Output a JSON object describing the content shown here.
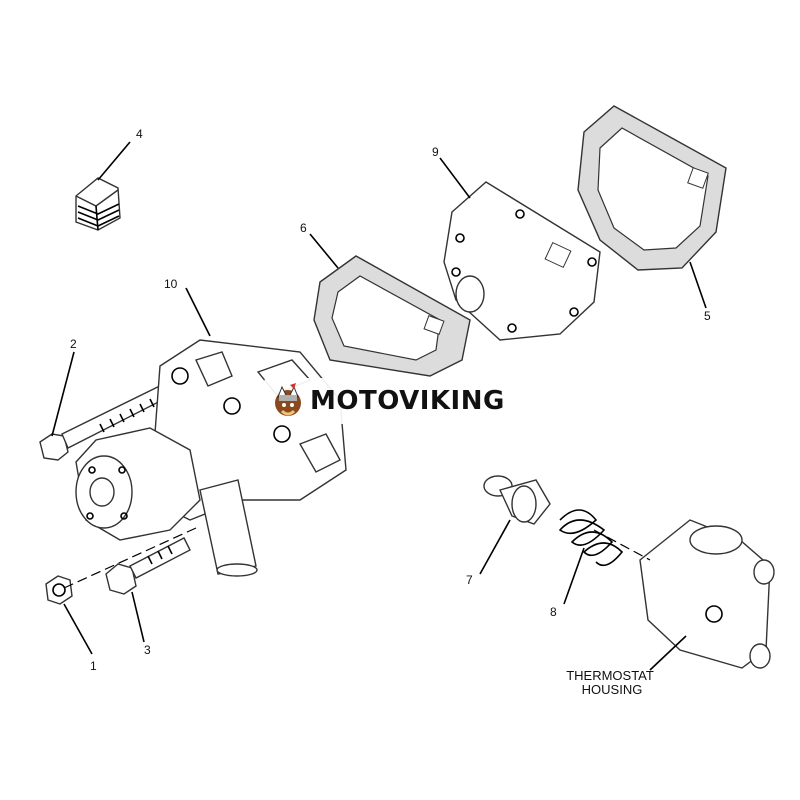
{
  "watermark": {
    "text": "MOTOVIKING",
    "logo": "viking-mascot-logo"
  },
  "callouts": [
    {
      "id": "1",
      "label": "1"
    },
    {
      "id": "2",
      "label": "2"
    },
    {
      "id": "3",
      "label": "3"
    },
    {
      "id": "4",
      "label": "4"
    },
    {
      "id": "5",
      "label": "5"
    },
    {
      "id": "6",
      "label": "6"
    },
    {
      "id": "7",
      "label": "7"
    },
    {
      "id": "8",
      "label": "8"
    },
    {
      "id": "9",
      "label": "9"
    },
    {
      "id": "10",
      "label": "10"
    }
  ],
  "housing_label": {
    "line1": "THERMOSTAT",
    "line2": "HOUSING"
  }
}
